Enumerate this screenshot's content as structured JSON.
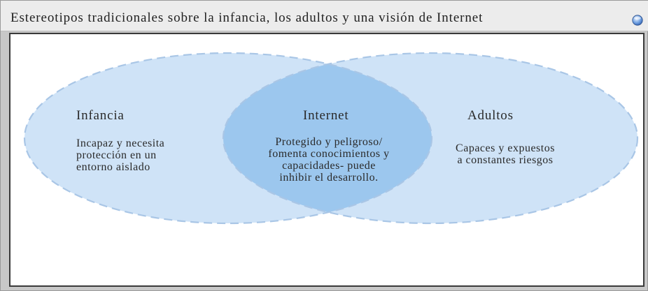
{
  "title": "Estereotipos tradicionales sobre la infancia, los adultos y una visión de Internet",
  "icon": "globe-icon",
  "colors": {
    "ellipse_fill": "#cfe3f7",
    "overlap_fill": "#9cc7ee",
    "dash_stroke": "#a9c6e6"
  },
  "diagram": {
    "left": {
      "heading": "Infancia",
      "lines": [
        "Incapaz y necesita",
        "protección en un",
        "entorno aislado"
      ]
    },
    "center": {
      "heading": "Internet",
      "lines": [
        "Protegido y peligroso/",
        "fomenta conocimientos y",
        "capacidades- puede",
        "inhibir el desarrollo."
      ]
    },
    "right": {
      "heading": "Adultos",
      "lines": [
        "Capaces y expuestos",
        "a constantes riesgos"
      ]
    }
  }
}
